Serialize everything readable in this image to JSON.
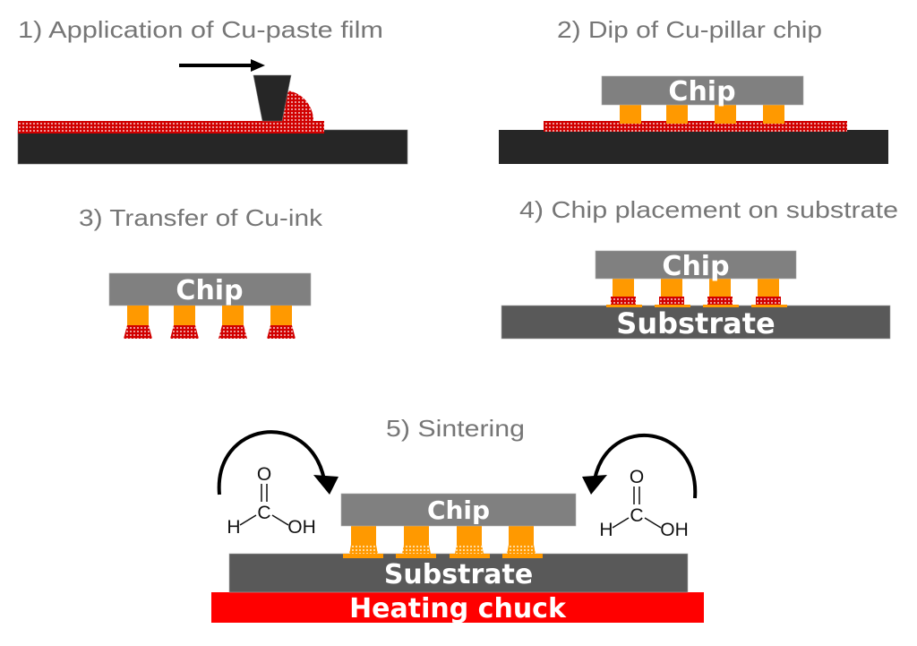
{
  "steps": [
    {
      "title": "1) Application of Cu-paste film"
    },
    {
      "title": "2) Dip of Cu-pillar chip",
      "chip_label": "Chip"
    },
    {
      "title": "3) Transfer of Cu-ink",
      "chip_label": "Chip"
    },
    {
      "title": "4) Chip placement on substrate",
      "chip_label": "Chip",
      "substrate_label": "Substrate"
    },
    {
      "title": "5) Sintering",
      "chip_label": "Chip",
      "substrate_label": "Substrate",
      "chuck_label": "Heating chuck",
      "molecule": {
        "o": "O",
        "c": "C",
        "h": "H",
        "oh": "OH"
      }
    }
  ],
  "colors": {
    "title": "#767676",
    "chip": "#808080",
    "substrate_dark": "#262626",
    "substrate": "#595959",
    "pillar": "#ff9900",
    "paste": "#cc0000",
    "chuck": "#ff0000"
  }
}
